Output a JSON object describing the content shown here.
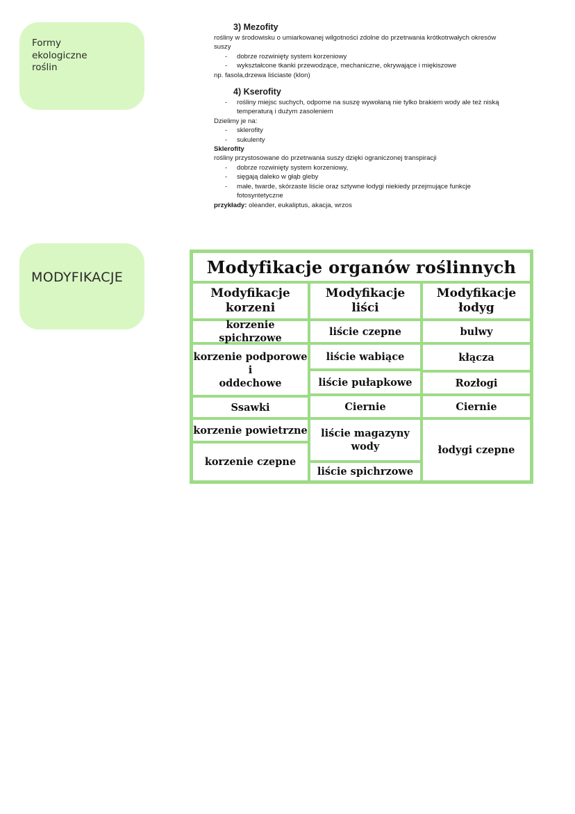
{
  "bubbles": [
    {
      "text": "Formy\nekologiczne\nroślin"
    },
    {
      "text": "MODYFIKACJE"
    }
  ],
  "notes": {
    "mezofity": {
      "title": "3) Mezofity",
      "intro": "rośliny w środowisku o umiarkowanej wilgotności zdolne do przetrwania krótkotrwałych okresów suszy",
      "bullets": [
        "dobrze rozwinięty system korzeniowy",
        "wykształcone tkanki przewodzące, mechaniczne, okrywające i miękiszowe"
      ],
      "example": "np. fasola,drzewa liściaste (klon)"
    },
    "kserofity": {
      "title": "4) Kserofity",
      "bullet": "rośliny miejsc suchych, odporne na suszę wywołaną nie tylko brakiem wody ale też niską temperaturą i dużym zasoleniem",
      "divide_label": "Dzielimy je na:",
      "divide_items": [
        "sklerofity",
        "sukulenty"
      ],
      "sklerofity_heading": "Sklerofity",
      "sklerofity_intro": "rośliny przystosowane do przetrwania suszy dzięki  ograniczonej transpiracji",
      "sklerofity_bullets": [
        "dobrze rozwinięty system korzeniowy,",
        "sięgają daleko w głąb gleby",
        "małe, twarde, skórzaste liście oraz sztywne łodygi niekiedy przejmujące funkcje fotosyntetyczne"
      ],
      "examples_label": "przykłady:",
      "examples_text": " oleander, eukaliptus, akacja, wrzos"
    }
  },
  "table": {
    "title": "Modyfikacje  organów  roślinnych",
    "headers": [
      "Modyfikacje\nkorzeni",
      "Modyfikacje\nliści",
      "Modyfikacje\nłodyg"
    ],
    "roots": [
      "korzenie spichrzowe",
      "korzenie podporowe\ni\noddechowe",
      "Ssawki",
      "korzenie powietrzne",
      "korzenie  czepne"
    ],
    "leaves": [
      "liście czepne",
      "liście wabiące",
      "liście pułapkowe",
      "Ciernie",
      "liście magazyny\nwody",
      "liście spichrzowe"
    ],
    "stems": [
      "bulwy",
      "kłącza",
      "Rozłogi",
      "Ciernie",
      "łodygi  czepne"
    ]
  },
  "colors": {
    "bubble": "#d9f7c2",
    "table_border": "#9ddb87"
  }
}
